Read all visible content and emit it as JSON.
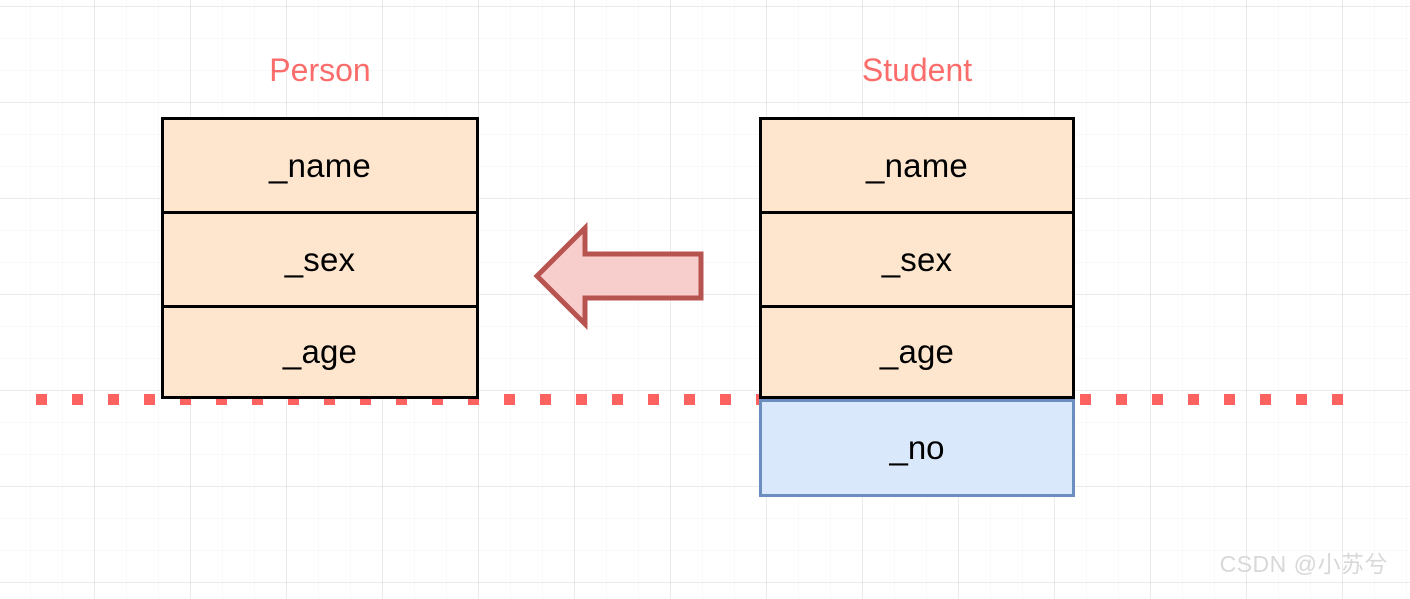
{
  "diagram": {
    "type": "class-inheritance-memory-layout",
    "classes": [
      {
        "name": "Person",
        "title_color": "#fb6d6b",
        "fields": [
          {
            "label": "_name",
            "fill": "#fde5ce",
            "stroke": "#000000"
          },
          {
            "label": "_sex",
            "fill": "#fde5ce",
            "stroke": "#000000"
          },
          {
            "label": "_age",
            "fill": "#fde5ce",
            "stroke": "#000000"
          }
        ]
      },
      {
        "name": "Student",
        "title_color": "#fb6d6b",
        "fields": [
          {
            "label": "_name",
            "fill": "#fde5ce",
            "stroke": "#000000"
          },
          {
            "label": "_sex",
            "fill": "#fde5ce",
            "stroke": "#000000"
          },
          {
            "label": "_age",
            "fill": "#fde5ce",
            "stroke": "#000000"
          },
          {
            "label": "_no",
            "fill": "#dae8fc",
            "stroke": "#6c8ebf"
          }
        ]
      }
    ],
    "arrow": {
      "direction": "left",
      "meaning": "Student inherits from Person",
      "fill": "#f8cecc",
      "stroke": "#b85450"
    },
    "separator": {
      "style": "dotted",
      "color": "#fb6260",
      "meaning": "boundary between inherited base members and derived member"
    }
  },
  "watermark": {
    "text": "CSDN @小苏兮",
    "color": "#d8d8da"
  },
  "background": {
    "color": "#ffffff",
    "grid": "light-gray-graph-paper"
  }
}
